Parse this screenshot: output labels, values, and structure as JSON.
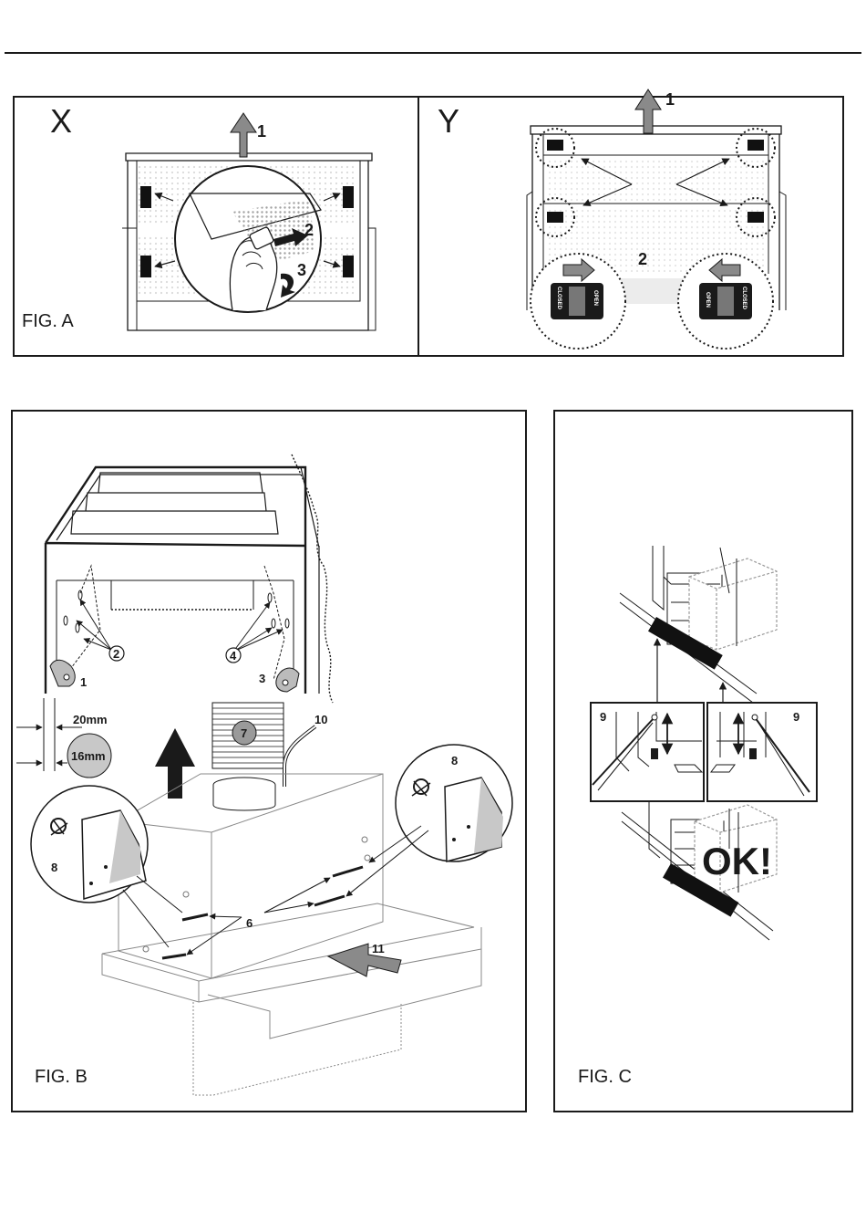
{
  "panel_x": {
    "letter": "X",
    "caption": "FIG. A",
    "callouts": [
      "1",
      "2",
      "3"
    ]
  },
  "panel_y": {
    "letter": "Y",
    "callouts": [
      "1",
      "2"
    ],
    "switch_labels": {
      "closed": "CLOSED",
      "open": "OPEN"
    }
  },
  "fig_b": {
    "caption": "FIG. B",
    "callouts": [
      "1",
      "2",
      "3",
      "4",
      "6",
      "7",
      "8",
      "8",
      "10",
      "11"
    ],
    "dimensions": [
      "20mm",
      "16mm"
    ]
  },
  "fig_c": {
    "caption": "FIG. C",
    "callouts": [
      "9",
      "9"
    ],
    "result_text": "OK!"
  },
  "colors": {
    "line": "#1a1a1a",
    "arrow_fill": "#8a8a8a",
    "badge_fill": "#c8c8c8",
    "block": "#111111"
  }
}
